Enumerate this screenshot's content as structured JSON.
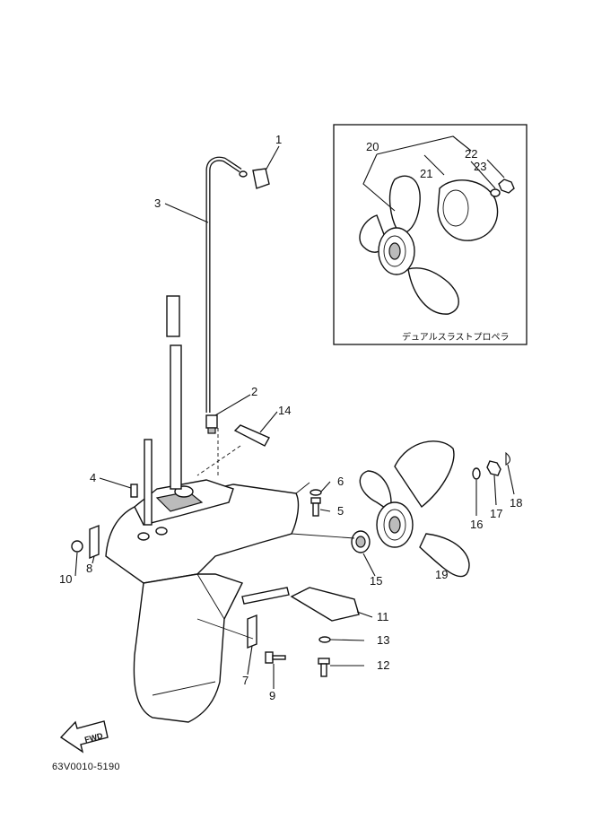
{
  "callouts": [
    "1",
    "2",
    "3",
    "4",
    "5",
    "6",
    "7",
    "8",
    "9",
    "10",
    "11",
    "12",
    "13",
    "14",
    "15",
    "16",
    "17",
    "18",
    "19",
    "20",
    "21",
    "22",
    "23"
  ],
  "inset": {
    "caption": "デュアルスラストプロペラ"
  },
  "fwd_label": "FWD",
  "drawing_number": "63V0010-5190"
}
